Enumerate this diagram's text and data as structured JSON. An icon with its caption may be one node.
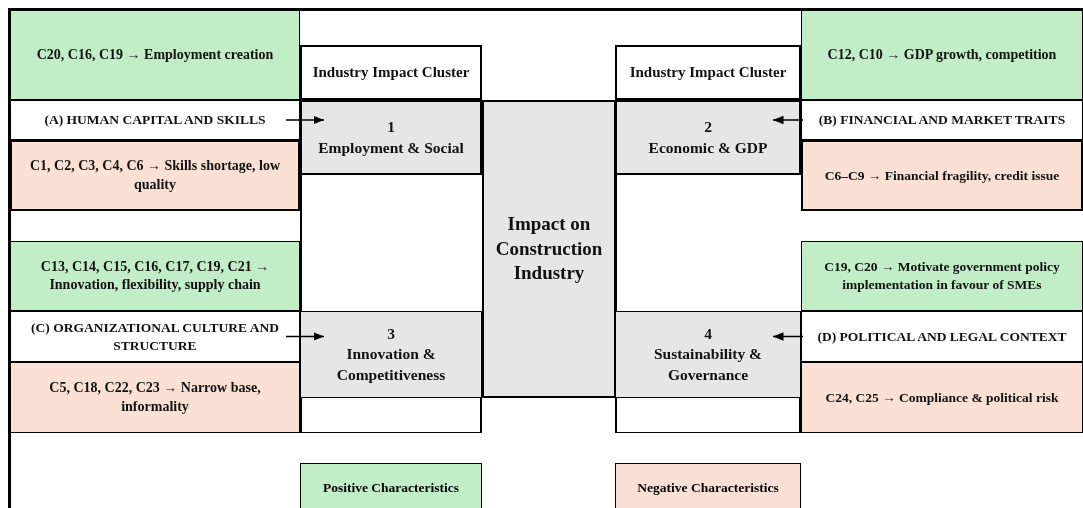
{
  "diagram": {
    "nodes": [
      {
        "text": [
          "Impact on Construction Industry"
        ]
      },
      {
        "text": [
          "Industry Impact Cluster"
        ]
      },
      {
        "text": [
          "1",
          "Employment & Social"
        ]
      },
      {
        "text": [
          "Industry Impact Cluster"
        ]
      },
      {
        "text": [
          "2",
          "Economic & GDP"
        ]
      },
      {
        "text": [
          "3",
          "Innovation & Competitiveness"
        ]
      },
      {
        "text": [
          "4",
          "Sustainability & Governance"
        ]
      },
      {
        "text": [
          "C20, C16, C19 → Employment creation"
        ]
      },
      {
        "text": [
          "(A) HUMAN CAPITAL AND SKILLS"
        ]
      },
      {
        "text": [
          "C1, C2, C3, C4, C6 → Skills shortage, low quality"
        ]
      },
      {
        "text": [
          "C12, C10 → GDP growth, competition"
        ]
      },
      {
        "text": [
          "(B) FINANCIAL AND MARKET TRAITS"
        ]
      },
      {
        "text": [
          "C6–C9 → Financial fragility, credit issue"
        ]
      },
      {
        "text": [
          "C13, C14, C15, C16, C17, C19, C21 → Innovation, flexibility, supply chain"
        ]
      },
      {
        "text": [
          "(C) ORGANIZATIONAL CULTURE AND STRUCTURE"
        ]
      },
      {
        "text": [
          "C5, C18, C22, C23 → Narrow base, informality"
        ]
      },
      {
        "text": [
          "C19, C20 → Motivate government policy implementation in favour of SMEs"
        ]
      },
      {
        "text": [
          "(D) POLITICAL AND LEGAL CONTEXT"
        ]
      },
      {
        "text": [
          "C24, C25 → Compliance & political risk"
        ]
      }
    ],
    "edges": [
      {
        "from": 8,
        "to": 2,
        "arrow": "to"
      },
      {
        "from": 11,
        "to": 4,
        "arrow": "to"
      },
      {
        "from": 14,
        "to": 5,
        "arrow": "to"
      },
      {
        "from": 17,
        "to": 6,
        "arrow": "to"
      }
    ],
    "legend": [
      {
        "text": "Positive Characteristics",
        "color": "#c1eec7"
      },
      {
        "text": "Negative Characteristics",
        "color": "#fbe1d5"
      }
    ]
  }
}
